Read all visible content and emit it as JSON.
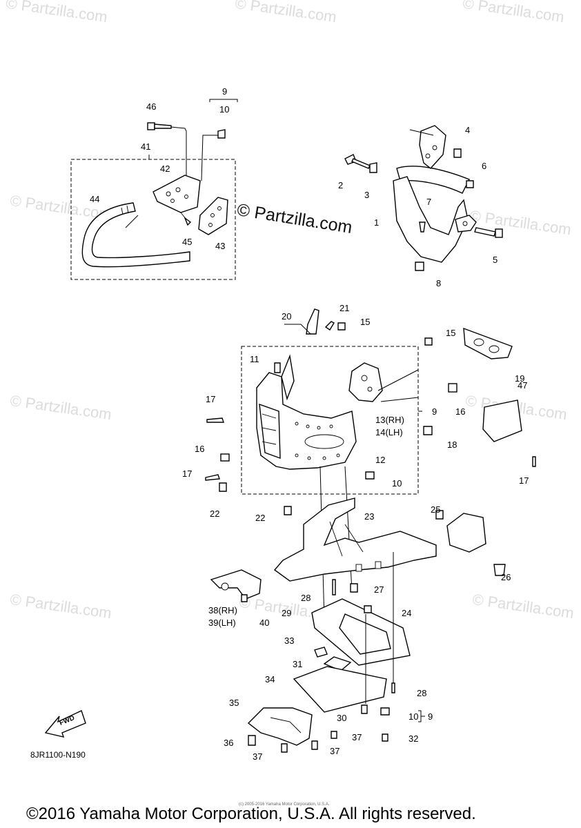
{
  "watermark": "© Partzilla.com",
  "center_watermark": "© Partzilla.com",
  "ref_code": "8JR1100-N190",
  "fwd_label": "FWD",
  "tiny_copyright": "(c) 2005-2016 Yamaha Motor Corporation, U.S.A.",
  "footer": "©2016 Yamaha Motor Corporation, U.S.A. All rights reserved.",
  "callouts": {
    "c1": "1",
    "c2": "2",
    "c3": "3",
    "c4": "4",
    "c5": "5",
    "c6": "6",
    "c7": "7",
    "c8": "8",
    "c9a": "9",
    "c10a": "10",
    "c9b": "9",
    "c9c": "9",
    "c10b": "10",
    "c10c": "10",
    "c11": "11",
    "c12": "12",
    "c13": "13(RH)",
    "c14": "14(LH)",
    "c15a": "15",
    "c15b": "15",
    "c16a": "16",
    "c16b": "16",
    "c17a": "17",
    "c17b": "17",
    "c17c": "17",
    "c18": "18",
    "c19": "19",
    "c20": "20",
    "c21": "21",
    "c22a": "22",
    "c22b": "22",
    "c23": "23",
    "c24": "24",
    "c25": "25",
    "c26": "26",
    "c27": "27",
    "c28a": "28",
    "c28b": "28",
    "c29": "29",
    "c30": "30",
    "c31": "31",
    "c32": "32",
    "c33": "33",
    "c34": "34",
    "c35": "35",
    "c36": "36",
    "c37a": "37",
    "c37b": "37",
    "c37c": "37",
    "c38": "38(RH)",
    "c39": "39(LH)",
    "c40": "40",
    "c41": "41",
    "c42": "42",
    "c43": "43",
    "c44": "44",
    "c45": "45",
    "c46": "46",
    "c47": "47"
  }
}
